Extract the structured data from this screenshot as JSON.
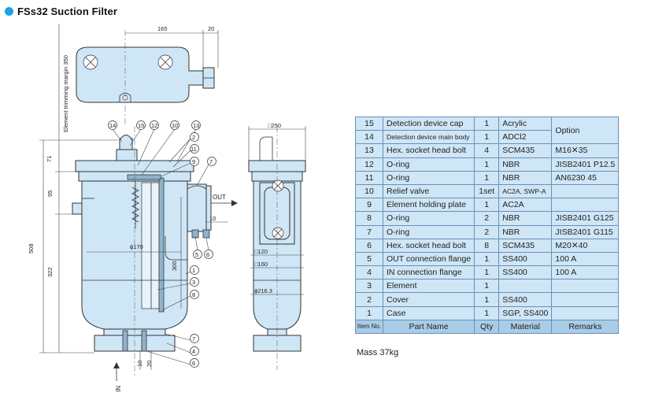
{
  "title": "FSs32 Suction Filter",
  "drawing": {
    "dims": {
      "d165": "165",
      "d20": "20",
      "margin": "Element trimming margin 350",
      "d71": "71",
      "d95": "95",
      "d508": "508",
      "d322": "322",
      "d300": "300",
      "phi170": "ϕ170",
      "d10a": "10",
      "d10b": "10",
      "d20b": "20",
      "sq250": "□250",
      "sq120": "□120",
      "sq160": "□160",
      "phi2163": "ϕ216.3",
      "out": "OUT",
      "in": "IN"
    },
    "callouts_top": [
      "14",
      "15",
      "12",
      "10",
      "13"
    ],
    "callouts_right": [
      "2",
      "11",
      "9",
      "7"
    ],
    "callouts_mid": [
      "5",
      "6"
    ],
    "callouts_lower": [
      "1",
      "3",
      "8"
    ],
    "callouts_bottom": [
      "7",
      "4",
      "6"
    ]
  },
  "parts_table": {
    "header": {
      "no": "Item No.",
      "name": "Part Name",
      "qty": "Qty",
      "material": "Material",
      "remarks": "Remarks"
    },
    "rows": [
      {
        "no": "15",
        "name": "Detection device cap",
        "qty": "1",
        "material": "Acrylic"
      },
      {
        "no": "14",
        "name": "Detection device main body",
        "qty": "1",
        "material": "ADCl2"
      },
      {
        "no": "13",
        "name": "Hex. socket head bolt",
        "qty": "4",
        "material": "SCM435",
        "remarks": "M16✕35"
      },
      {
        "no": "12",
        "name": "O-ring",
        "qty": "1",
        "material": "NBR",
        "remarks": "JISB2401 P12.5"
      },
      {
        "no": "11",
        "name": "O-ring",
        "qty": "1",
        "material": "NBR",
        "remarks": "AN6230 45"
      },
      {
        "no": "10",
        "name": "Relief valve",
        "qty": "1set",
        "material": "AC2A, SWP-A",
        "remarks": ""
      },
      {
        "no": "9",
        "name": "Element holding plate",
        "qty": "1",
        "material": "AC2A",
        "remarks": ""
      },
      {
        "no": "8",
        "name": "O-ring",
        "qty": "2",
        "material": "NBR",
        "remarks": "JISB2401 G125"
      },
      {
        "no": "7",
        "name": "O-ring",
        "qty": "2",
        "material": "NBR",
        "remarks": "JISB2401 G115"
      },
      {
        "no": "6",
        "name": "Hex. socket head bolt",
        "qty": "8",
        "material": "SCM435",
        "remarks": "M20✕40"
      },
      {
        "no": "5",
        "name": "OUT connection flange",
        "qty": "1",
        "material": "SS400",
        "remarks": "100 A"
      },
      {
        "no": "4",
        "name": "IN connection flange",
        "qty": "1",
        "material": "SS400",
        "remarks": "100 A"
      },
      {
        "no": "3",
        "name": "Element",
        "qty": "1",
        "material": "",
        "remarks": ""
      },
      {
        "no": "2",
        "name": "Cover",
        "qty": "1",
        "material": "SS400",
        "remarks": ""
      },
      {
        "no": "1",
        "name": "Case",
        "qty": "1",
        "material": "SGP, SS400",
        "remarks": ""
      }
    ],
    "option_label": "Option"
  },
  "mass": "Mass 37kg"
}
